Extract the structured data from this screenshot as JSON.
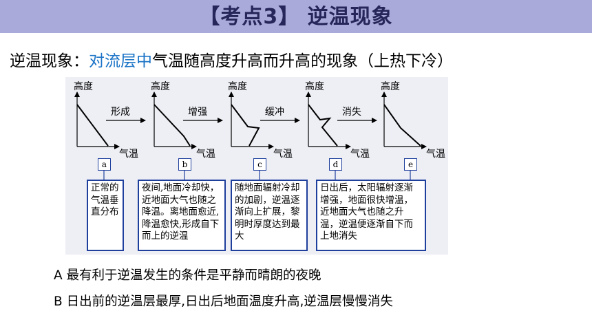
{
  "header": {
    "title": "【考点3】 逆温现象"
  },
  "intro": {
    "prefix": "逆温现象：",
    "highlight": "对流层中",
    "suffix": "气温随高度升高而升高的现象（上热下冷）"
  },
  "figure": {
    "y_axis_label": "高度",
    "x_axis_label": "气温",
    "panels": [
      {
        "arrow_label": "形成",
        "letter": "a",
        "description": "正常的气温垂直分布"
      },
      {
        "arrow_label": "增强",
        "letter": "b",
        "description": "夜间,地面冷却快，近地面大气也随之降温。离地面愈近,降温愈快,形成自下而上的逆温"
      },
      {
        "arrow_label": "缓冲",
        "letter": "c",
        "description": "随地面辐射冷却的加剧，逆温逐渐向上扩展，黎明时厚度达到最大"
      },
      {
        "arrow_label": "消失",
        "letter": "d",
        "description": "日出后，太阳辐射逐渐增强，地面很快增温，近地面大气也随之升温，逆温便逐渐自下而上地消失"
      },
      {
        "arrow_label": "",
        "letter": "e",
        "description": ""
      }
    ]
  },
  "options": [
    {
      "text": "A 最有利于逆温发生的条件是平静而晴朗的夜晚"
    },
    {
      "text": "B 日出前的逆温层最厚,日出后地面温度升高,逆温层慢慢消失"
    }
  ],
  "colors": {
    "title_bar": "#a9aad9",
    "title_text": "#26265a",
    "highlight": "#1a73c6",
    "box_border": "#1f3f9c"
  }
}
